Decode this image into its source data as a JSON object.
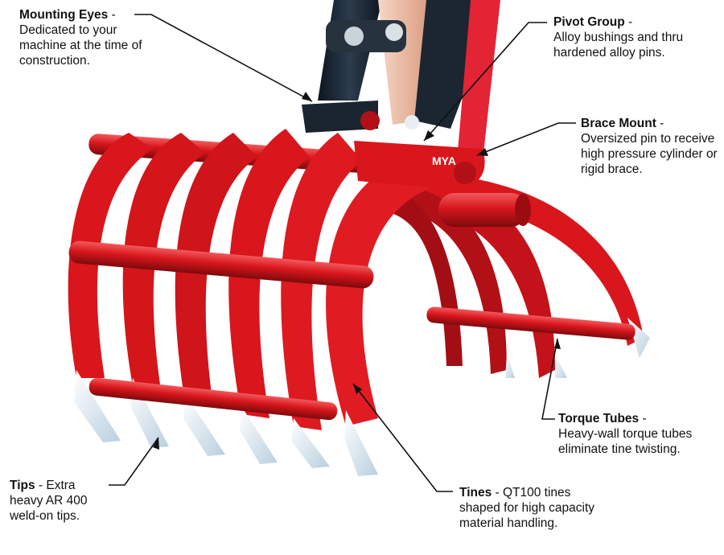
{
  "callouts": {
    "mounting_eyes": {
      "title": "Mounting Eyes",
      "sep": " -",
      "text": "Dedicated to your machine at the time of construction."
    },
    "pivot_group": {
      "title": "Pivot Group",
      "sep": " -",
      "text": "Alloy bushings and thru hardened alloy pins."
    },
    "brace_mount": {
      "title": "Brace Mount",
      "sep": " -",
      "text": "Oversized pin to receive high pressure cylinder or rigid brace."
    },
    "torque_tubes": {
      "title": "Torque Tubes",
      "sep": " -",
      "text": "Heavy-wall torque tubes eliminate tine twisting."
    },
    "tips": {
      "title": "Tips",
      "sep": " - Extra",
      "text": "heavy AR 400 weld-on tips."
    },
    "tines": {
      "title": "Tines",
      "sep": " - QT100 tines",
      "text": "shaped for high capacity material handling."
    }
  },
  "logo": "MYA",
  "colors": {
    "tine_red": "#d8161c",
    "tine_dark": "#8e0b0f",
    "tip_steel": "#dde8f0",
    "arm_dark": "#1d2a36",
    "arm_tan": "#e8b49a"
  }
}
